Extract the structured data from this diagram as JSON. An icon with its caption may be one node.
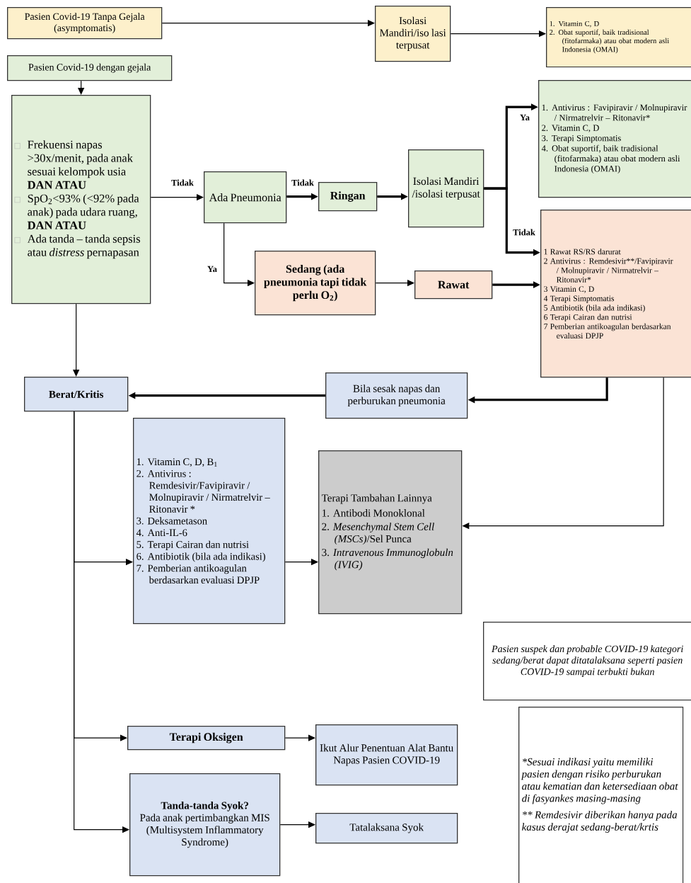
{
  "diagram": {
    "nodes": [
      {
        "text": [
          "Pasien Covid-19 Tanpa Gejala (asymptomatis)"
        ]
      },
      {
        "text": [
          "Isolasi Mandiri/iso lasi terpusat"
        ]
      },
      {
        "text": [
          "1. Vitamin C, D",
          "2. Obat suportif, baik tradisional (fitofarmaka) atau obat modern asli Indonesia (OMAI)"
        ]
      },
      {
        "text": [
          "Pasien Covid-19 dengan gejala"
        ]
      },
      {
        "text": [
          "Frekuensi napas >30x/menit, pada anak sesuai kelompok usia **DAN ATAU**",
          "SpO$_{2}$<93% (<92% pada anak) pada udara ruang, **DAN ATAU**",
          "Ada tanda – tanda sepsis atau *distress* pernapasan"
        ]
      },
      {
        "text": [
          "Ada Pneumonia"
        ]
      },
      {
        "text": [
          "Ringan"
        ]
      },
      {
        "text": [
          "Isolasi Mandiri /isolasi terpusat"
        ]
      },
      {
        "text": [
          "1. Antivirus : Favipiravir / Molnupiravir / Nirmatrelvir – Ritonavir*",
          "2. Vitamin C, D",
          "3. Terapi Simptomatis",
          "4. Obat suportif, baik tradisional (fitofarmaka) atau obat modern asli Indonesia (OMAI)"
        ]
      },
      {
        "text": [
          "Sedang (ada pneumonia tapi tidak perlu O$_{2}$)"
        ]
      },
      {
        "text": [
          "Rawat"
        ]
      },
      {
        "text": [
          "1 Rawat RS/RS darurat",
          "2 Antivirus : Remdesivir**/Favipiravir / Molnupiravir / Nirmatrelvir – Ritonavir*",
          "3 Vitamin C, D",
          "4 Terapi Simptomatis",
          "5 Antibiotik (bila ada indikasi)",
          "6 Terapi Cairan dan nutrisi",
          "7 Pemberian antikoagulan berdasarkan evaluasi DPJP"
        ]
      },
      {
        "text": [
          "Berat/Kritis"
        ]
      },
      {
        "text": [
          "Bila sesak napas dan perburukan pneumonia"
        ]
      },
      {
        "text": [
          "1. Vitamin C, D, B$_{1}$",
          "2. Antivirus : Remdesivir/Favipiravir / Molnupiravir / Nirmatrelvir – Ritonavir *",
          "3. Deksametason",
          "4. Anti-IL-6",
          "5. Terapi Cairan dan nutrisi",
          "6. Antibiotik (bila ada indikasi)",
          "7. Pemberian antikoagulan berdasarkan evaluasi DPJP"
        ]
      },
      {
        "text": [
          "Terapi Tambahan Lainnya",
          "1. Antibodi Monoklonal",
          "2. *Mesenchymal Stem Cell (MSCs)*/Sel Punca",
          "3. *Intravenous Immunoglobuln (IVIG)*"
        ]
      },
      {
        "text": [
          "Terapi Oksigen"
        ]
      },
      {
        "text": [
          "Ikut Alur Penentuan Alat Bantu Napas Pasien COVID-19"
        ]
      },
      {
        "text": [
          "Tanda-tanda Syok?",
          "Pada anak pertimbangkan MIS (Multisystem Inflammatory Syndrome)"
        ]
      },
      {
        "text": [
          "Tatalaksana Syok"
        ]
      },
      {
        "text": [
          "Pasien suspek dan probable COVID-19 kategori sedang/berat dapat ditatalaksana seperti pasien COVID-19 sampai terbukti bukan"
        ]
      },
      {
        "text": [
          "*Sesuai indikasi yaitu memiliki pasien dengan risiko perburukan atau kematian dan ketersediaan obat di fasyankes masing-masing",
          "** Remdesivir diberikan hanya pada kasus derajat sedang-berat/krtis"
        ]
      }
    ],
    "edges": [
      {
        "from": 0,
        "to": 1,
        "arrow": "to"
      },
      {
        "from": 1,
        "to": 2,
        "arrow": "to"
      },
      {
        "from": 3,
        "to": 4,
        "arrow": "to"
      },
      {
        "from": 4,
        "to": 5,
        "arrow": "to",
        "label": "Tidak"
      },
      {
        "from": 5,
        "to": 6,
        "arrow": "to",
        "label": "Tidak",
        "style": "thick"
      },
      {
        "from": 5,
        "to": 9,
        "arrow": "to",
        "label": "Ya"
      },
      {
        "from": 6,
        "to": 7,
        "arrow": "to",
        "style": "thick"
      },
      {
        "from": 7,
        "to": 8,
        "arrow": "to",
        "label": "Ya",
        "style": "thick"
      },
      {
        "from": 7,
        "to": 11,
        "arrow": "to",
        "label": "Tidak",
        "style": "thick"
      },
      {
        "from": 9,
        "to": 10,
        "arrow": "to"
      },
      {
        "from": 10,
        "to": 11,
        "arrow": "to",
        "style": "thick"
      },
      {
        "from": 11,
        "to": 13,
        "arrow": "to",
        "style": "thick"
      },
      {
        "from": 13,
        "to": 12,
        "arrow": "to",
        "style": "thick"
      },
      {
        "from": 11,
        "to": 15,
        "arrow": "to"
      },
      {
        "from": 4,
        "to": 12,
        "arrow": "to"
      },
      {
        "from": 12,
        "to": 14,
        "arrow": "to"
      },
      {
        "from": 14,
        "to": 15,
        "arrow": "to"
      },
      {
        "from": 12,
        "to": 16,
        "arrow": "to"
      },
      {
        "from": 12,
        "to": 18,
        "arrow": "to"
      },
      {
        "from": 16,
        "to": 17,
        "arrow": "to"
      },
      {
        "from": 18,
        "to": 19,
        "arrow": "to"
      }
    ]
  }
}
